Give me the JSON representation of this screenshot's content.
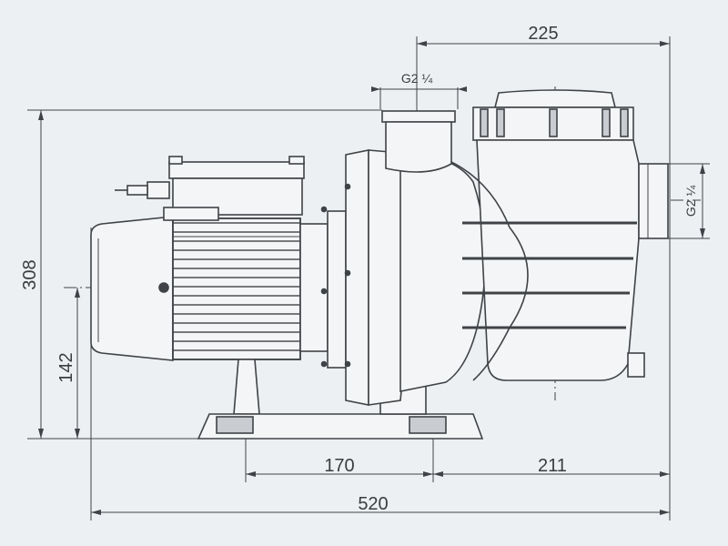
{
  "colors": {
    "background": "#edf0f3",
    "line": "#3f4347",
    "body_fill": "#f4f5f6",
    "shade": "#c9ccd0"
  },
  "dimensions": {
    "width_total": "520",
    "motor_to_foot": "170",
    "foot_to_end": "211",
    "outlet_offset": "225",
    "height_total": "308",
    "shaft_height": "142"
  },
  "ports": {
    "outlet_thread": "G2 ¼",
    "inlet_thread": "G2 ¼"
  }
}
